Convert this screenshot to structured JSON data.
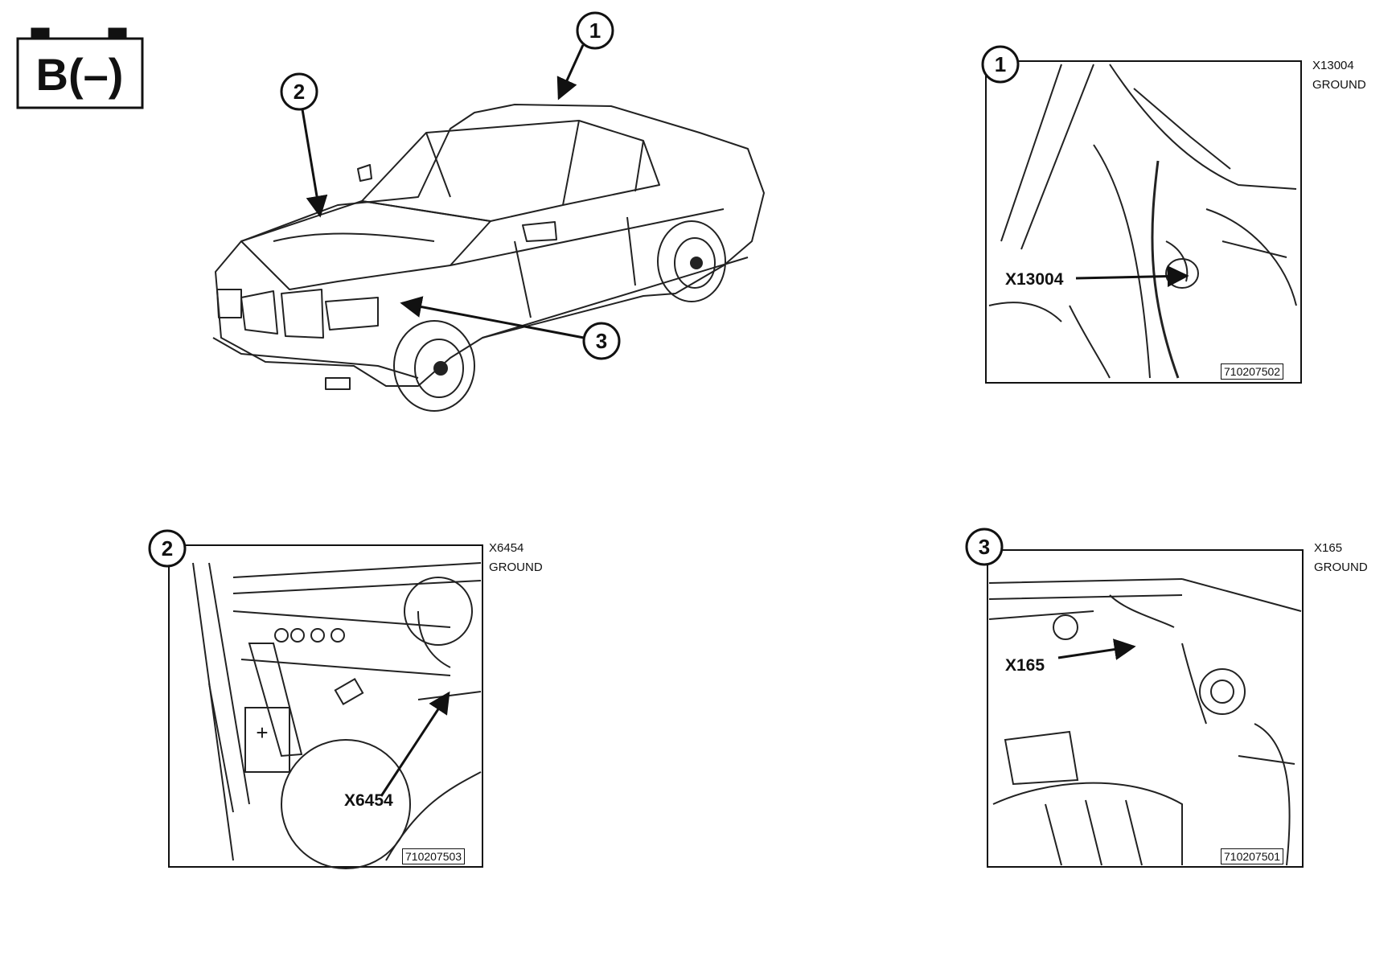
{
  "battery_symbol": {
    "label": "B(–)"
  },
  "callouts": [
    "1",
    "2",
    "3"
  ],
  "detail_1": {
    "callout": "1",
    "connector": "X13004",
    "description": "GROUND",
    "pointer_label": "X13004",
    "ref": "710207502"
  },
  "detail_2": {
    "callout": "2",
    "connector": "X6454",
    "description": "GROUND",
    "pointer_label": "X6454",
    "ref": "710207503",
    "battery_plus": "+"
  },
  "detail_3": {
    "callout": "3",
    "connector": "X165",
    "description": "GROUND",
    "pointer_label": "X165",
    "ref": "710207501"
  }
}
